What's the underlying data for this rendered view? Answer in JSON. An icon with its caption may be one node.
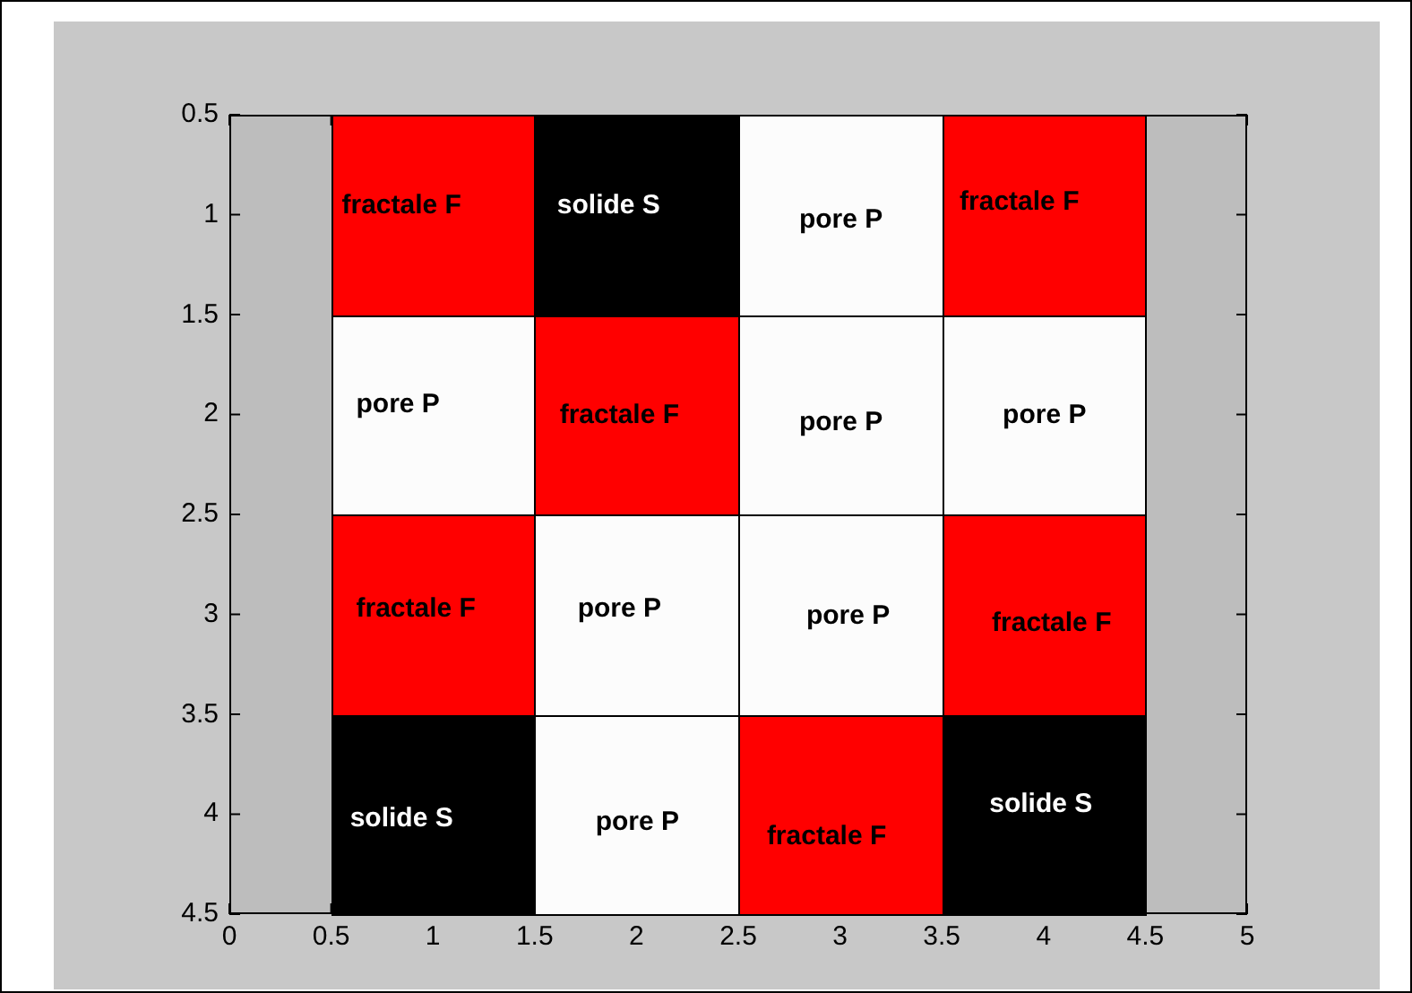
{
  "diagram": {
    "nodes": [
      {
        "text": [
          "fractale F"
        ]
      },
      {
        "text": [
          "solide S"
        ]
      },
      {
        "text": [
          "pore P"
        ]
      },
      {
        "text": [
          "fractale F"
        ]
      },
      {
        "text": [
          "pore P"
        ]
      },
      {
        "text": [
          "fractale F"
        ]
      },
      {
        "text": [
          "pore P"
        ]
      },
      {
        "text": [
          "pore P"
        ]
      },
      {
        "text": [
          "fractale F"
        ]
      },
      {
        "text": [
          "pore P"
        ]
      },
      {
        "text": [
          "pore P"
        ]
      },
      {
        "text": [
          "fractale F"
        ]
      },
      {
        "text": [
          "solide S"
        ]
      },
      {
        "text": [
          "pore P"
        ]
      },
      {
        "text": [
          "fractale F"
        ]
      },
      {
        "text": [
          "solide S"
        ]
      }
    ],
    "labels": [
      "0.5",
      "1",
      "1.5",
      "2",
      "2.5",
      "3",
      "3.5",
      "4",
      "4.5",
      "0",
      "0.5",
      "1",
      "1.5",
      "2",
      "2.5",
      "3",
      "3.5",
      "4",
      "4.5",
      "5"
    ]
  }
}
